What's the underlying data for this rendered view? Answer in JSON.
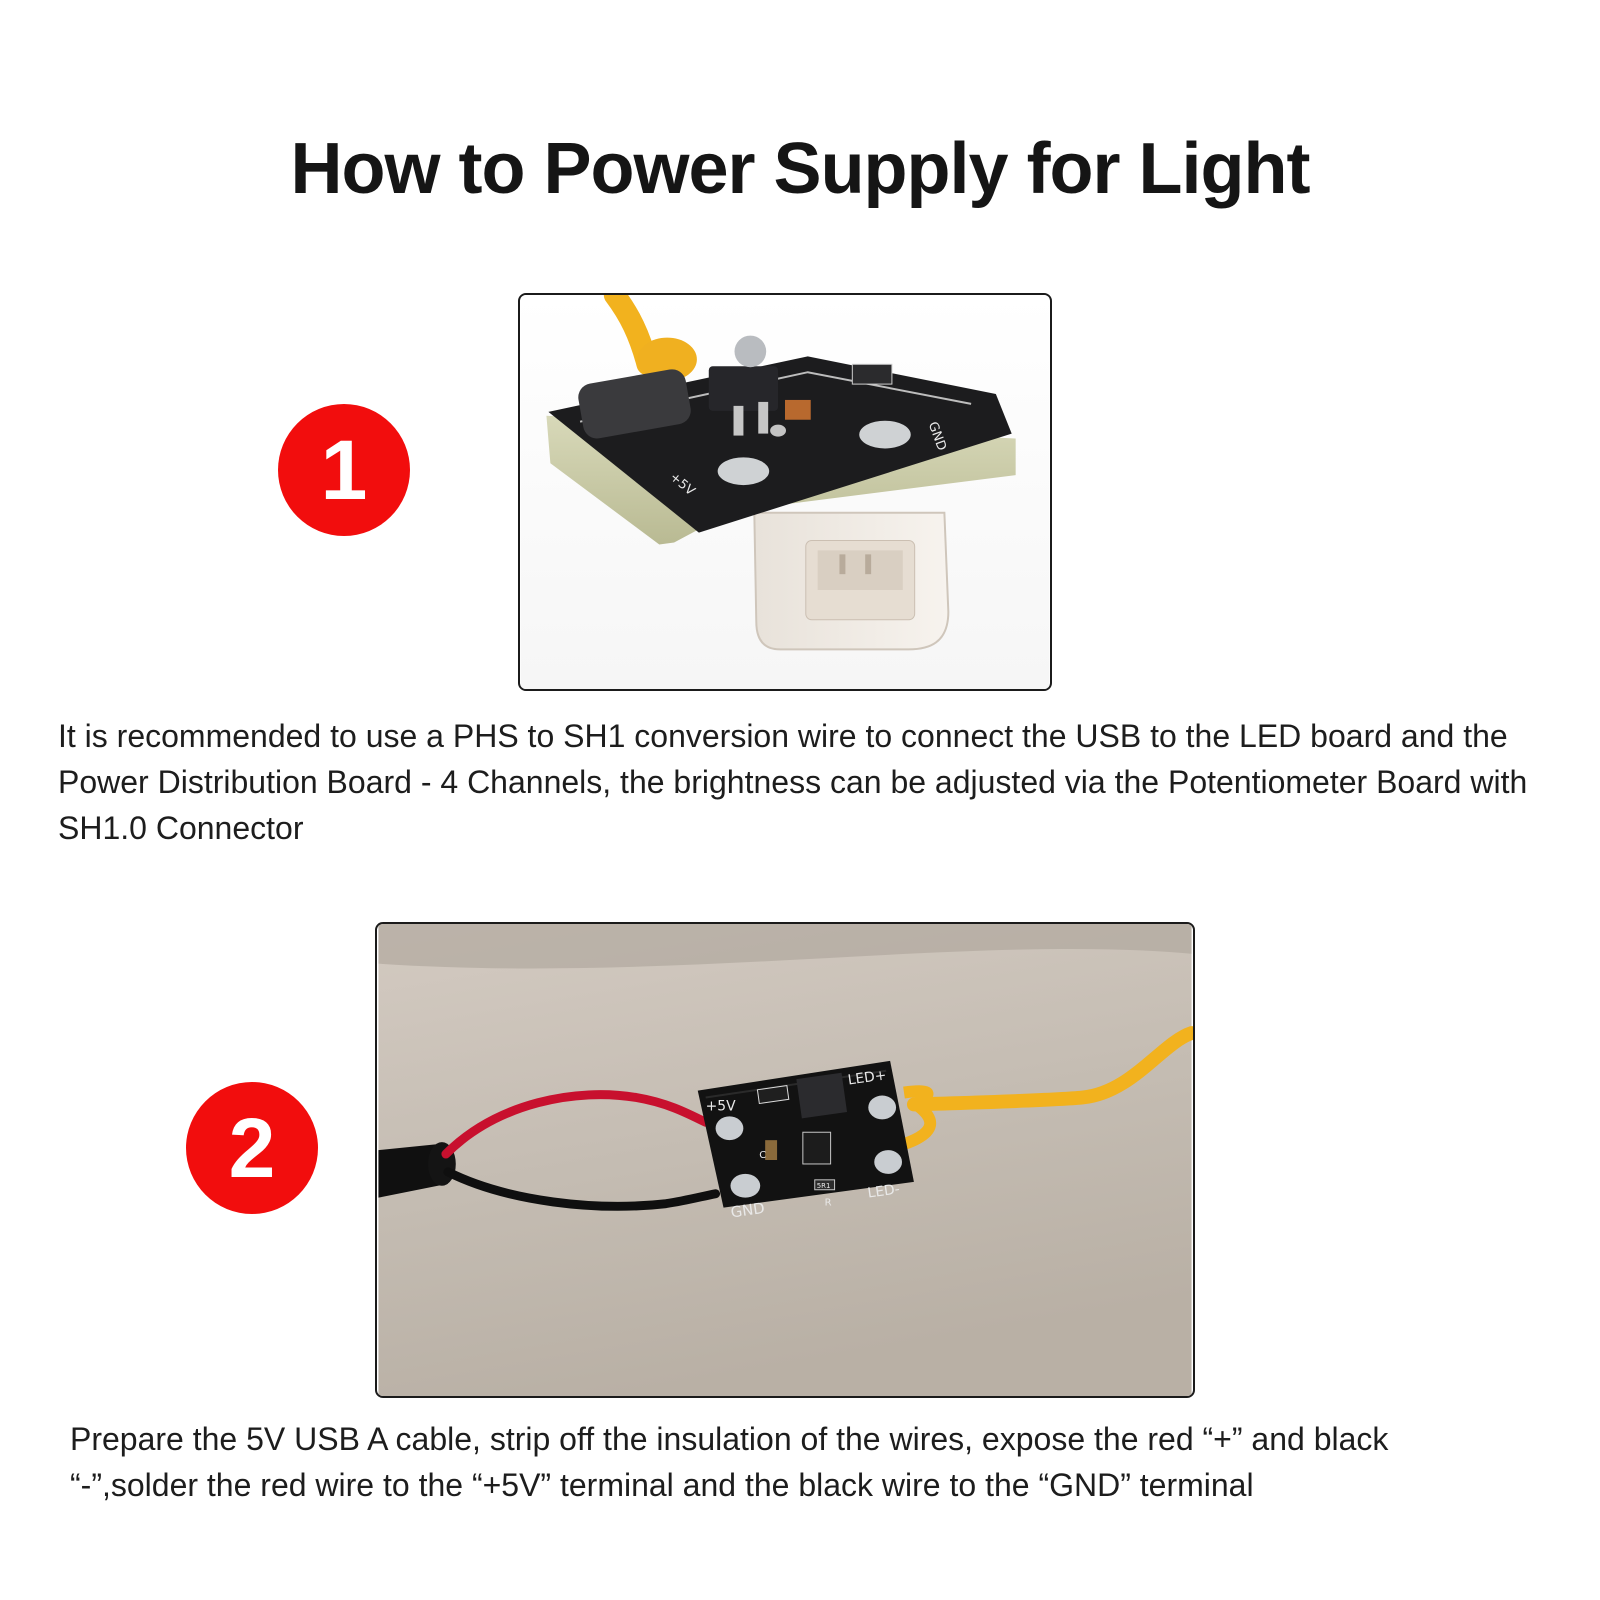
{
  "title": "How to Power Supply for Light",
  "steps": [
    {
      "number": "1",
      "description": "It is recommended to use a PHS to SH1 conversion wire to connect the USB to the LED board and the Power Distribution Board - 4 Channels, the brightness can be adjusted via the Potentiometer Board with SH1.0 Connector",
      "photo": {
        "icon": "led-driver-board-with-sh1-connector-photo",
        "board_labels": {
          "gnd": "GND",
          "plus5v": "+5V"
        }
      }
    },
    {
      "number": "2",
      "description": "Prepare the 5V USB A cable, strip off the insulation of the wires, expose the red “+” and black “-”,solder the red wire to the “+5V” terminal and the black wire to the “GND” terminal",
      "photo": {
        "icon": "soldered-led-driver-board-photo",
        "board_labels": {
          "plus5v": "+5V",
          "gnd": "GND",
          "led_plus": "LED+",
          "led_minus": "LED-",
          "c": "C",
          "r": "R",
          "resistor": "5R1"
        }
      }
    }
  ],
  "colors": {
    "badge": "#f20d0d",
    "pcb": "#141414",
    "red_wire": "#c8102e",
    "led_filament": "#f2b21e"
  }
}
